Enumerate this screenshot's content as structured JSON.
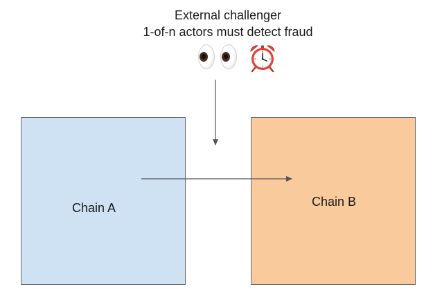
{
  "header": {
    "line1": "External challenger",
    "line2": "1-of-n actors must detect fraud"
  },
  "icons": [
    "eyes-icon",
    "alarm-clock-icon"
  ],
  "nodes": {
    "chain_a": {
      "label": "Chain A",
      "color": "#cfe2f3"
    },
    "chain_b": {
      "label": "Chain B",
      "color": "#f9cb9c"
    }
  },
  "edges": [
    {
      "from": "external-challenger",
      "to": "chain-b-boundary"
    },
    {
      "from": "chain-a",
      "to": "chain-b"
    }
  ],
  "colors": {
    "border": "#6b6b6b",
    "arrow": "#555555"
  }
}
